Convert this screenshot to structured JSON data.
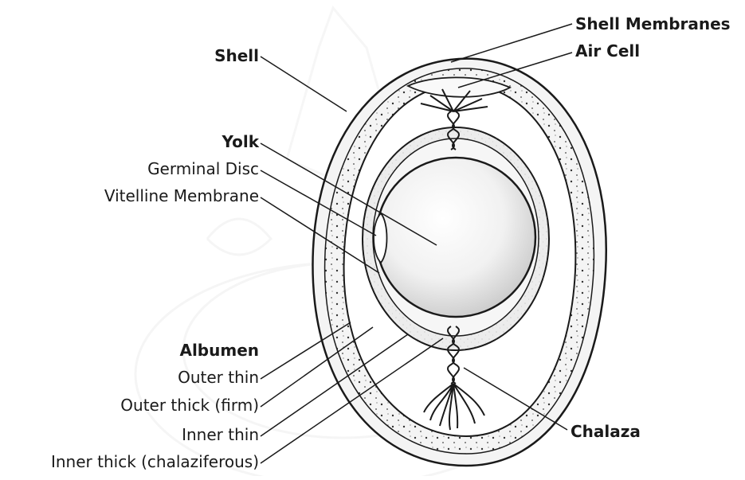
{
  "diagram": {
    "labels": {
      "shell_membranes": "Shell Membranes",
      "air_cell": "Air Cell",
      "shell": "Shell",
      "yolk": "Yolk",
      "germinal_disc": "Germinal Disc",
      "vitelline_membrane": "Vitelline Membrane",
      "albumen": "Albumen",
      "outer_thin": "Outer thin",
      "outer_thick": "Outer thick (firm)",
      "inner_thin": "Inner thin",
      "inner_thick": "Inner thick (chalaziferous)",
      "chalaza": "Chalaza"
    },
    "colors": {
      "line": "#1a1a1a",
      "shell_fill": "#f4f4f4",
      "albumen_fill": "#ececec",
      "yolk_light": "#ffffff",
      "yolk_dark": "#c4c4c4",
      "watermark": "#eeeeee"
    }
  }
}
